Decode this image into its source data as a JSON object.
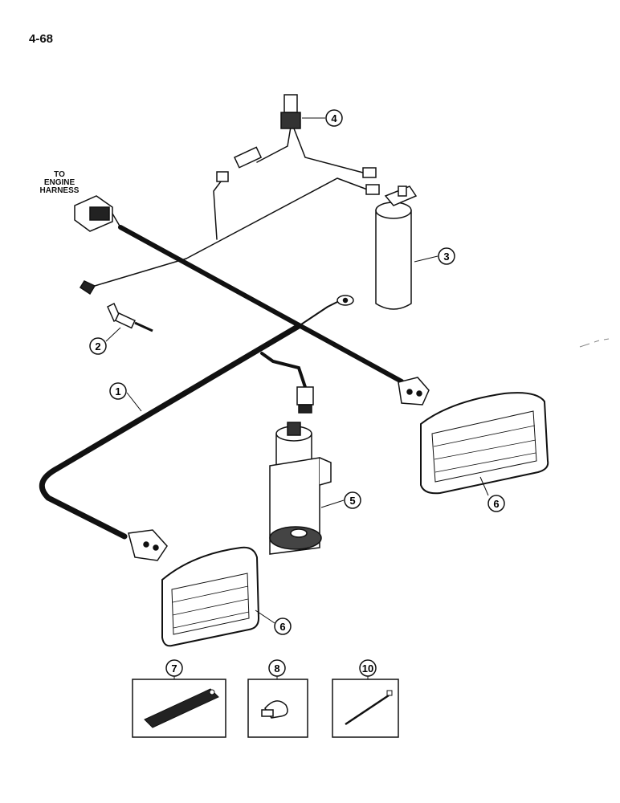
{
  "page": {
    "number": "4-68"
  },
  "harness_label": {
    "line1": "TO",
    "line2": "ENGINE",
    "line3": "HARNESS"
  },
  "callouts": [
    {
      "id": "c1",
      "label": "1"
    },
    {
      "id": "c2",
      "label": "2"
    },
    {
      "id": "c3",
      "label": "3"
    },
    {
      "id": "c4",
      "label": "4"
    },
    {
      "id": "c5",
      "label": "5"
    },
    {
      "id": "c6a",
      "label": "6"
    },
    {
      "id": "c6b",
      "label": "6"
    },
    {
      "id": "c7",
      "label": "7"
    },
    {
      "id": "c8",
      "label": "8"
    },
    {
      "id": "c10",
      "label": "10"
    }
  ],
  "colors": {
    "line": "#111111",
    "paper": "#ffffff"
  }
}
